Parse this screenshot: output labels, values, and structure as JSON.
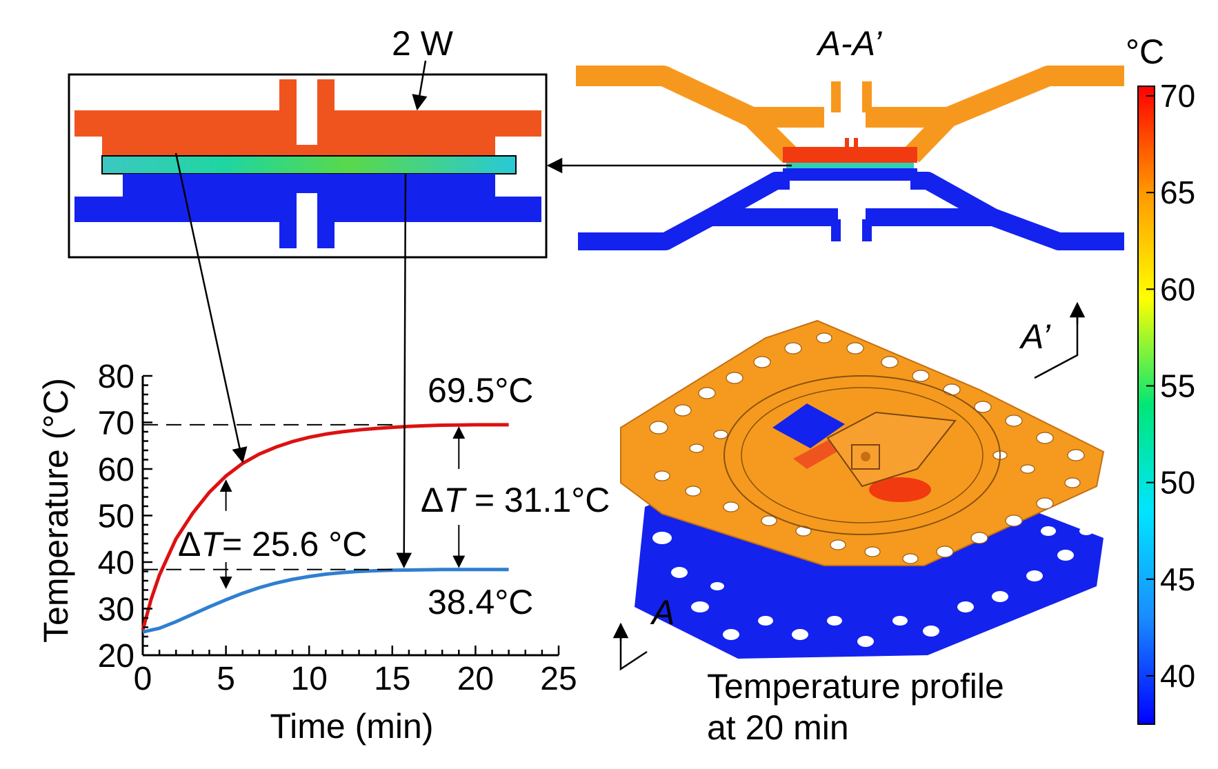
{
  "chart_data": {
    "type": "line",
    "xlabel": "Time (min)",
    "ylabel": "Temperature (°C)",
    "xlim": [
      0,
      25
    ],
    "ylim": [
      20,
      80
    ],
    "xticks": [
      "0",
      "5",
      "10",
      "15",
      "20",
      "25"
    ],
    "yticks": [
      "20",
      "30",
      "40",
      "50",
      "60",
      "70",
      "80"
    ],
    "grid": false,
    "series": [
      {
        "color": "#dd1111",
        "x": [
          0,
          0.5,
          1,
          2,
          3,
          4,
          5,
          6,
          7,
          8,
          9,
          10,
          11,
          12,
          13,
          14,
          15,
          16,
          17,
          18,
          19,
          20,
          21,
          22
        ],
        "y": [
          25.4,
          32.0,
          37.2,
          45.0,
          50.5,
          55.0,
          58.5,
          61.2,
          63.2,
          64.7,
          65.9,
          66.8,
          67.5,
          68.0,
          68.4,
          68.7,
          68.95,
          69.15,
          69.3,
          69.4,
          69.45,
          69.5,
          69.5,
          69.5
        ]
      },
      {
        "color": "#2f7fd0",
        "x": [
          0,
          1,
          2,
          3,
          4,
          5,
          6,
          7,
          8,
          9,
          10,
          11,
          12,
          13,
          14,
          15,
          16,
          17,
          18,
          19,
          20,
          21,
          22
        ],
        "y": [
          25.0,
          25.8,
          27.2,
          28.8,
          30.4,
          31.9,
          33.3,
          34.5,
          35.5,
          36.3,
          36.9,
          37.4,
          37.75,
          38.0,
          38.15,
          38.25,
          38.3,
          38.35,
          38.4,
          38.4,
          38.4,
          38.4,
          38.4
        ]
      }
    ],
    "annotations": {
      "max_label": "69.5°C",
      "min_label": "38.4°C",
      "delta_symbol": "Δ",
      "delta_var": "T",
      "delta_steady_value": " = 31.1°C",
      "delta_initial_value": "= 25.6 °C",
      "delta_steady": 31.1,
      "delta_initial": 25.6
    }
  },
  "figure": {
    "power_label": "2 W",
    "section_title": "A-A’",
    "section_a": "A",
    "section_a_prime": "A’",
    "profile_caption_line1": "Temperature profile",
    "profile_caption_line2": "at 20 min",
    "colorbar": {
      "unit": "°C",
      "ticks": [
        "70",
        "65",
        "60",
        "55",
        "50",
        "45",
        "40"
      ],
      "range": [
        37.5,
        70.5
      ],
      "stops": [
        "#0000ff",
        "#1a8cff",
        "#00e5ff",
        "#00e676",
        "#ffff00",
        "#ff9900",
        "#ff0000"
      ]
    },
    "colors": {
      "hot": "#f0541e",
      "hot_bright": "#f23a10",
      "warm": "#f7981e",
      "cold": "#1422ee",
      "interface": "#29c9d8"
    }
  }
}
